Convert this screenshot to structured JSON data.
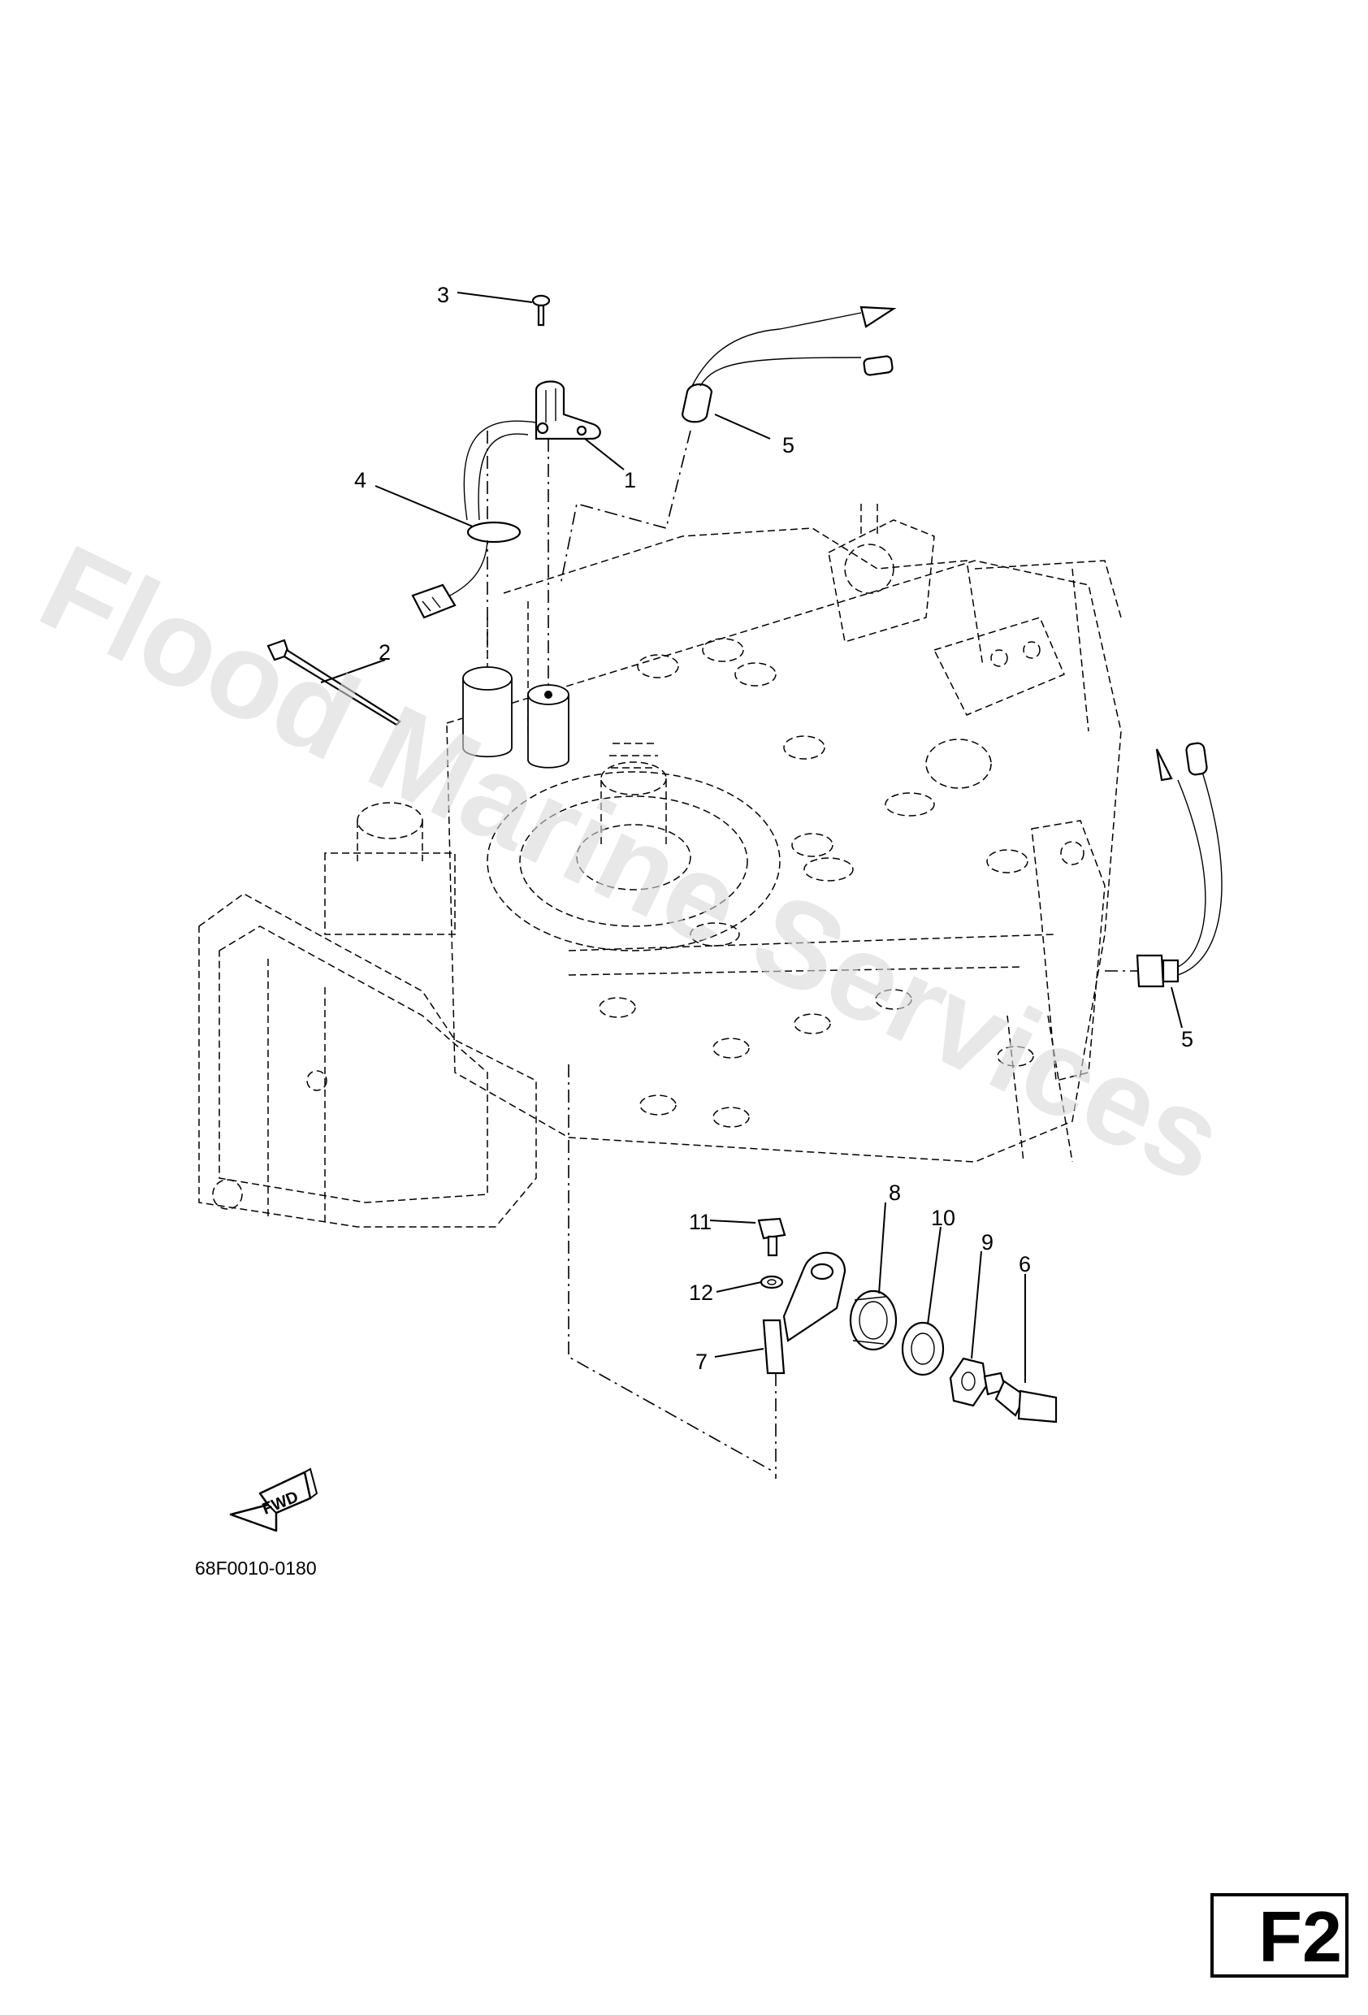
{
  "watermark": "Flood Marine Services",
  "drawing_code": "68F0010-0180",
  "page_id": "F2",
  "fwd_label": "FWD",
  "callouts": {
    "c1": "1",
    "c2": "2",
    "c3": "3",
    "c4": "4",
    "c5a": "5",
    "c5b": "5",
    "c6": "6",
    "c7": "7",
    "c8": "8",
    "c9": "9",
    "c10": "10",
    "c11": "11",
    "c12": "12"
  }
}
